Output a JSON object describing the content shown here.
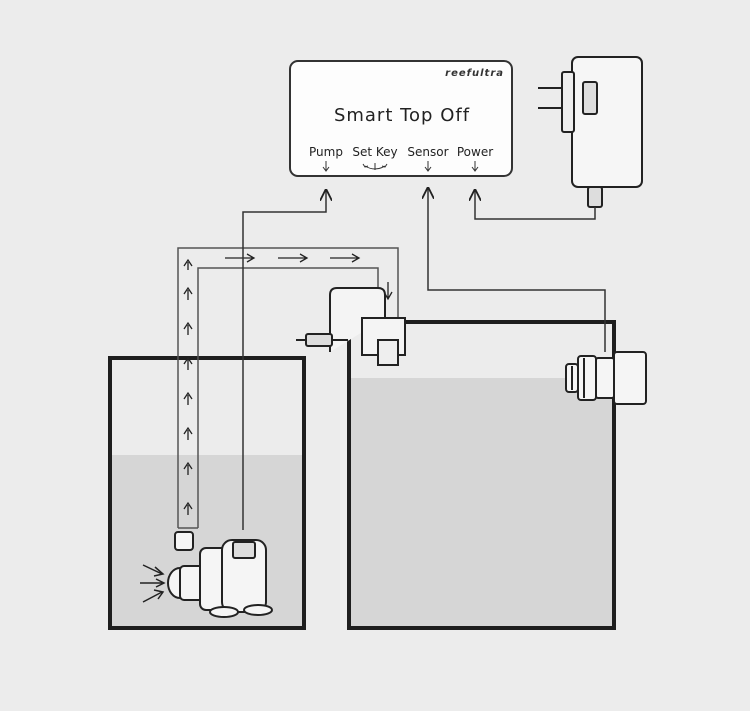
{
  "controller": {
    "brand": "reefultra",
    "title": "Smart Top Off",
    "ports": {
      "pump": "Pump",
      "set_key": "Set Key",
      "sensor": "Sensor",
      "power": "Power"
    }
  },
  "colors": {
    "background": "#ececec",
    "water": "#d6d6d6",
    "line": "#222222",
    "tank_outline": "#1e1e1e"
  },
  "icons": [
    "power-adapter-icon",
    "water-pump-icon",
    "optical-sensor-icon",
    "hose-clamp-icon"
  ]
}
